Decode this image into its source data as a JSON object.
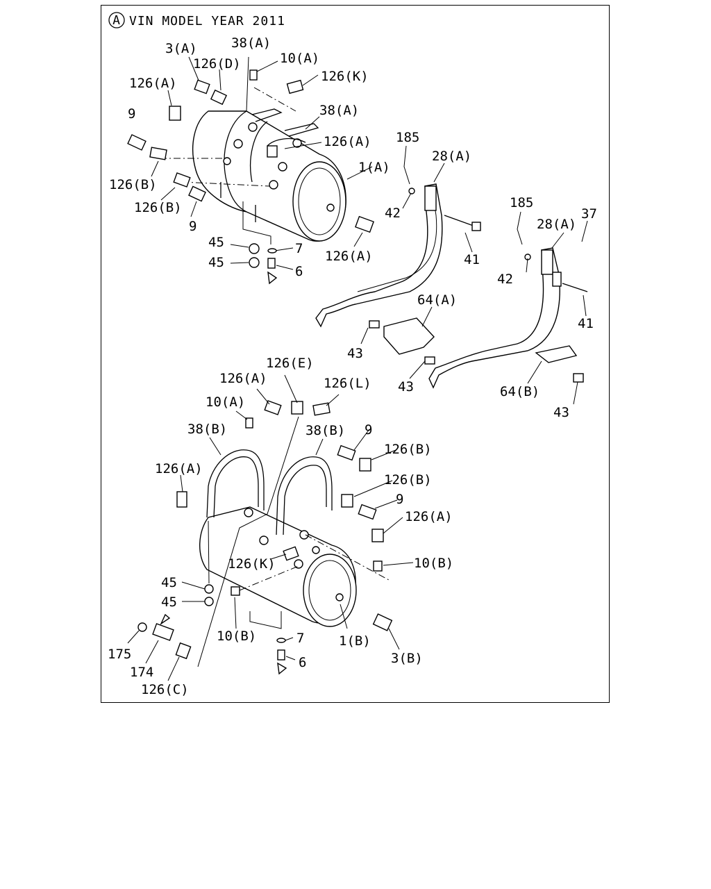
{
  "header": {
    "marker": "A",
    "title": "VIN MODEL YEAR 2011"
  },
  "labels": [
    "3(A)",
    "38(A)",
    "126(D)",
    "10(A)",
    "126(A)",
    "126(K)",
    "9",
    "38(A)",
    "126(A)",
    "1(A)",
    "126(B)",
    "126(B)",
    "9",
    "45",
    "7",
    "45",
    "6",
    "126(A)",
    "185",
    "28(A)",
    "42",
    "41",
    "185",
    "28(A)",
    "37",
    "42",
    "41",
    "64(A)",
    "43",
    "43",
    "64(B)",
    "43",
    "126(E)",
    "126(A)",
    "126(L)",
    "10(A)",
    "38(B)",
    "38(B)",
    "9",
    "126(B)",
    "126(A)",
    "126(B)",
    "9",
    "126(A)",
    "126(K)",
    "10(B)",
    "45",
    "45",
    "10(B)",
    "7",
    "1(B)",
    "175",
    "174",
    "6",
    "3(B)",
    "126(C)"
  ]
}
